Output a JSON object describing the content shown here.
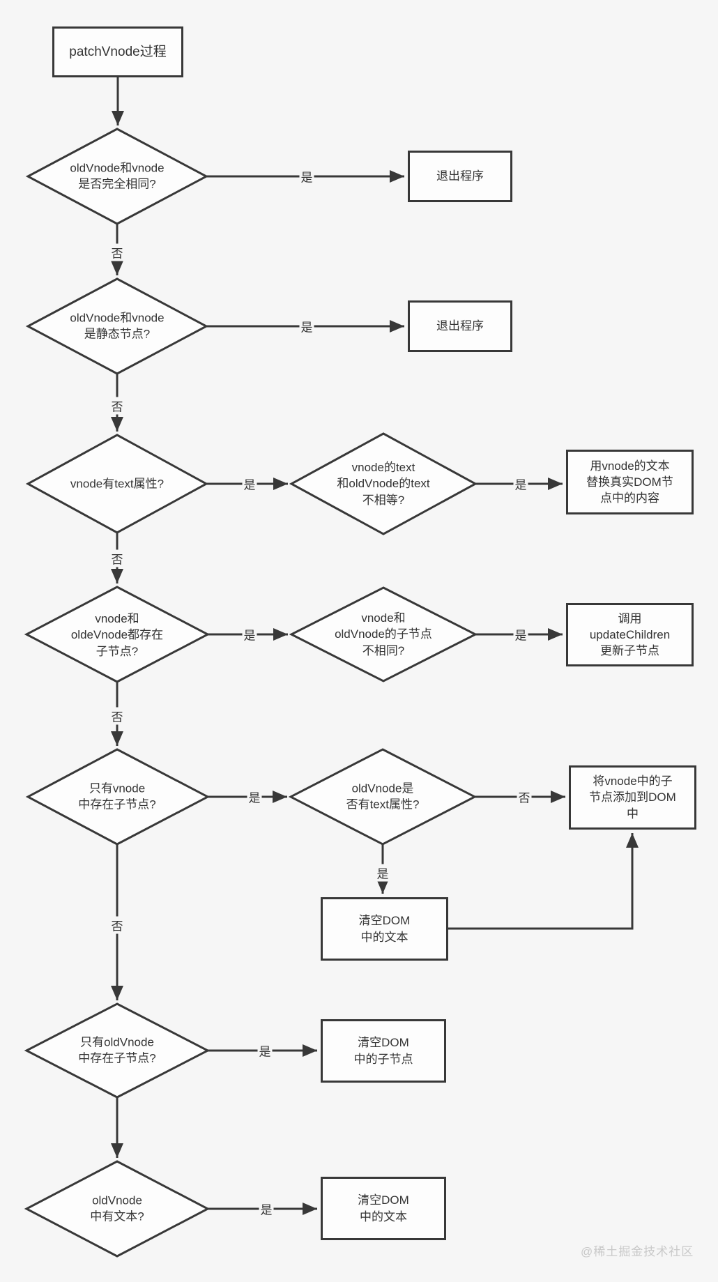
{
  "colors": {
    "background": "#f6f6f6",
    "shape_stroke": "#383838",
    "shape_fill": "#fdfdfd",
    "text": "#333333",
    "watermark": "#c9c9c9"
  },
  "labels": {
    "yes": "是",
    "no": "否"
  },
  "nodes": {
    "start": {
      "lines": [
        "patchVnode过程"
      ]
    },
    "decision_same": {
      "lines": [
        "oldVnode和vnode",
        "是否完全相同?"
      ]
    },
    "exit_1": {
      "lines": [
        "退出程序"
      ]
    },
    "decision_static": {
      "lines": [
        "oldVnode和vnode",
        "是静态节点?"
      ]
    },
    "exit_2": {
      "lines": [
        "退出程序"
      ]
    },
    "decision_has_text": {
      "lines": [
        "vnode有text属性?"
      ]
    },
    "decision_text_diff": {
      "lines": [
        "vnode的text",
        "和oldVnode的text",
        "不相等?"
      ]
    },
    "process_replace_text": {
      "lines": [
        "用vnode的文本",
        "替换真实DOM节",
        "点中的内容"
      ]
    },
    "decision_both_children": {
      "lines": [
        "vnode和",
        "oldeVnode都存在",
        "子节点?"
      ]
    },
    "decision_children_diff": {
      "lines": [
        "vnode和",
        "oldVnode的子节点",
        "不相同?"
      ]
    },
    "process_update_children": {
      "lines": [
        "调用",
        "updateChildren",
        "更新子节点"
      ]
    },
    "decision_only_vnode_children": {
      "lines": [
        "只有vnode",
        "中存在子节点?"
      ]
    },
    "decision_old_has_text": {
      "lines": [
        "oldVnode是",
        "否有text属性?"
      ]
    },
    "process_add_children": {
      "lines": [
        "将vnode中的子",
        "节点添加到DOM",
        "中"
      ]
    },
    "process_clear_text_mid": {
      "lines": [
        "清空DOM",
        "中的文本"
      ]
    },
    "decision_only_old_children": {
      "lines": [
        "只有oldVnode",
        "中存在子节点?"
      ]
    },
    "process_clear_children": {
      "lines": [
        "清空DOM",
        "中的子节点"
      ]
    },
    "decision_old_has_text_2": {
      "lines": [
        "oldVnode",
        "中有文本?"
      ]
    },
    "process_clear_text_bottom": {
      "lines": [
        "清空DOM",
        "中的文本"
      ]
    }
  },
  "watermark": "@稀土掘金技术社区"
}
